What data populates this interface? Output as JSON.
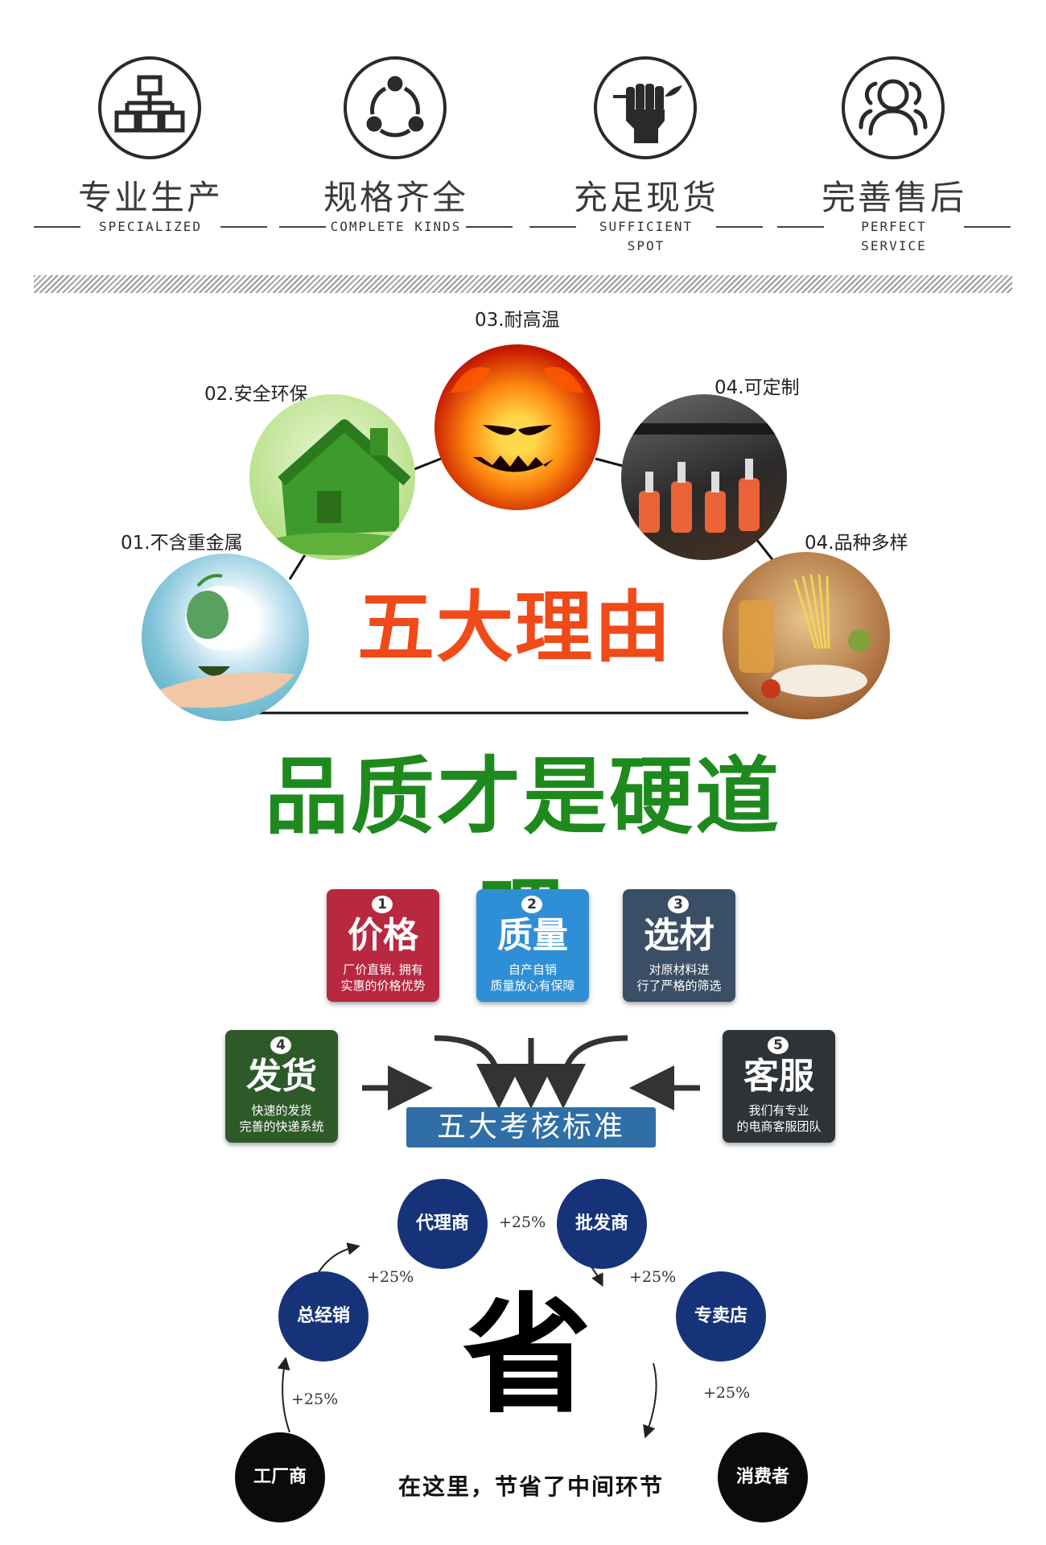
{
  "features": [
    {
      "icon": "hierarchy-icon",
      "title": "专业生产",
      "subtitle": "SPECIALIZED"
    },
    {
      "icon": "cycle-icon",
      "title": "规格齐全",
      "subtitle": "COMPLETE KINDS"
    },
    {
      "icon": "fist-icon",
      "title": "充足现货",
      "subtitle": "SUFFICIENT SPOT"
    },
    {
      "icon": "users-icon",
      "title": "完善售后",
      "subtitle": "PERFECT SERVICE"
    }
  ],
  "reasons": {
    "items": [
      {
        "label": "01.不含重金属",
        "icon": "eco-light-icon"
      },
      {
        "label": "02.安全环保",
        "icon": "grass-house-icon"
      },
      {
        "label": "03.耐高温",
        "icon": "fire-icon"
      },
      {
        "label": "04.可定制",
        "icon": "bottle-factory-icon"
      },
      {
        "label": "04.品种多样",
        "icon": "food-variety-icon"
      }
    ],
    "headline": "五大理由",
    "slogan": "品质才是硬道理"
  },
  "standards": {
    "center_label": "五大考核标准",
    "items": [
      {
        "num": "1",
        "title": "价格",
        "desc_line1": "厂价直销, 拥有",
        "desc_line2": "实惠的价格优势",
        "color": "#b8283f"
      },
      {
        "num": "2",
        "title": "质量",
        "desc_line1": "自产自销",
        "desc_line2": "质量放心有保障",
        "color": "#2f8fd6"
      },
      {
        "num": "3",
        "title": "选材",
        "desc_line1": "对原材料进",
        "desc_line2": "行了严格的筛选",
        "color": "#3a4f66"
      },
      {
        "num": "4",
        "title": "发货",
        "desc_line1": "快速的发货",
        "desc_line2": "完善的快递系统",
        "color": "#2e5a2a"
      },
      {
        "num": "5",
        "title": "客服",
        "desc_line1": "我们有专业",
        "desc_line2": "的电商客服团队",
        "color": "#2e3338"
      }
    ]
  },
  "chain": {
    "nodes": [
      "工厂商",
      "总经销",
      "代理商",
      "批发商",
      "专卖店",
      "消费者"
    ],
    "markup": [
      "+25%",
      "+25%",
      "+25%",
      "+25%",
      "+25%"
    ],
    "center_char": "省",
    "bottom_text": "在这里，节省了中间环节",
    "colors": {
      "blue": "#16337a",
      "black": "#0b0b0b"
    }
  }
}
